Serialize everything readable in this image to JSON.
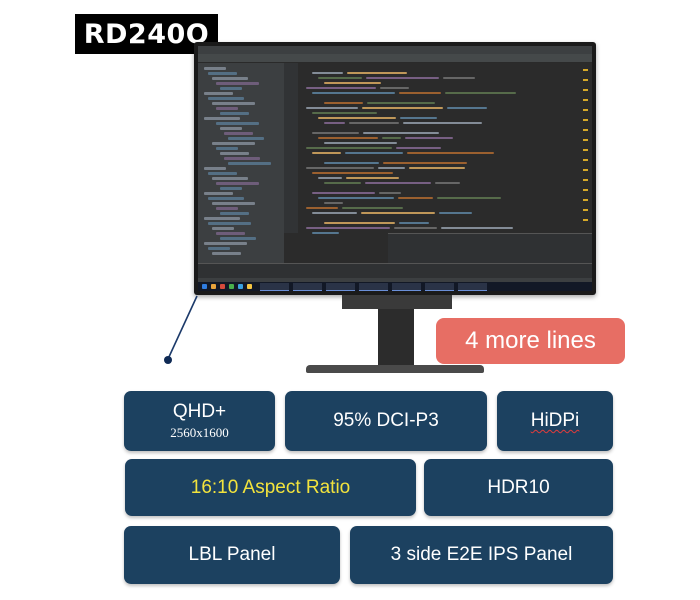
{
  "model": "RD240Q",
  "callout": "4 more lines",
  "features": {
    "resolution": {
      "name": "QHD+",
      "detail": "2560x1600"
    },
    "color_gamut": "95% DCI-P3",
    "hidpi": "HiDPi",
    "aspect_ratio": "16:10 Aspect Ratio",
    "hdr": "HDR10",
    "lbl_panel": "LBL Panel",
    "ips_panel": "3 side E2E IPS Panel"
  },
  "colors": {
    "tile_bg": "#1c4160",
    "callout_bg": "#e76e64",
    "aspect_ratio_text": "#f2e33d",
    "badge_bg": "#000000"
  }
}
